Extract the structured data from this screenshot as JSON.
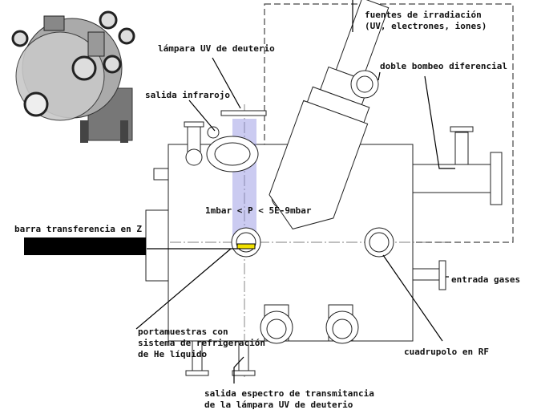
{
  "labels": {
    "sources": [
      "fuentes de irradiación",
      "(UV, electrones, iones)"
    ],
    "uv_lamp": "lámpara UV de deuterio",
    "differential_pumping": "doble bombeo diferencial",
    "ir_output": "salida infrarojo",
    "pressure": "1mbar < P < 5E-9mbar",
    "transfer_rod": "barra transferencia en Z",
    "gas_inlet": "entrada gases",
    "sample_holder": [
      "portamuestras con",
      "sistema de refrigeración",
      "de He líquido"
    ],
    "quadrupole": "cuadrupolo en RF",
    "transmittance_output": [
      "salida espectro de transmitancia",
      "de la lámpara UV de deuterio"
    ]
  },
  "colors": {
    "uv_beam": "#8c8ce0",
    "sample": "#f0e000",
    "transfer_rod": "#000000"
  }
}
